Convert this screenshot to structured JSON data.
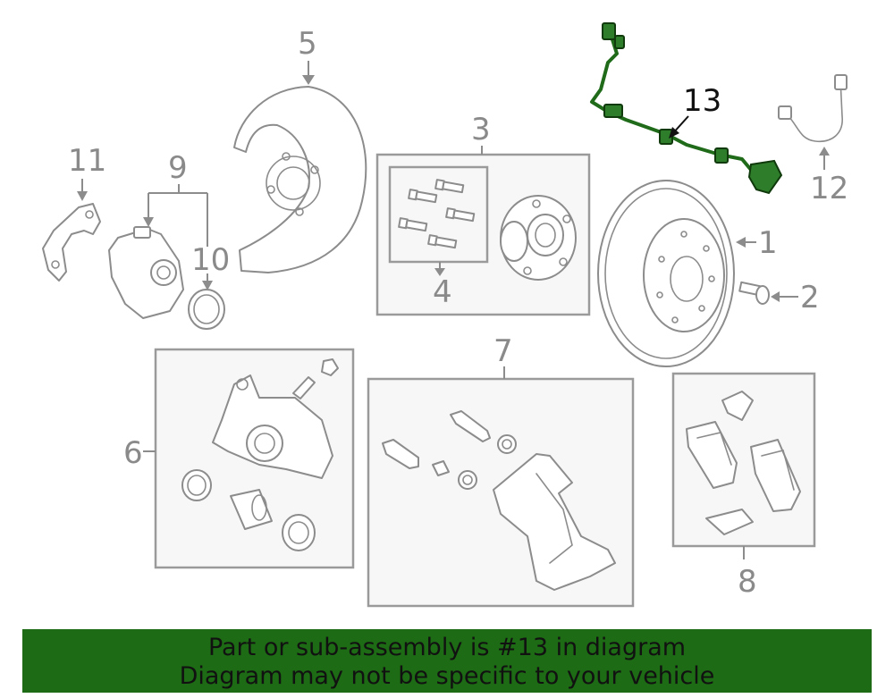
{
  "callouts": {
    "c1": "1",
    "c2": "2",
    "c3": "3",
    "c4": "4",
    "c5": "5",
    "c6": "6",
    "c7": "7",
    "c8": "8",
    "c9": "9",
    "c10": "10",
    "c11": "11",
    "c12": "12",
    "c13": "13"
  },
  "banner": {
    "line1": "Part or sub-assembly is #13 in diagram",
    "line2": "Diagram may not be specific to your vehicle"
  },
  "colors": {
    "highlight": "#2e7d2a",
    "banner_bg": "#1d6b14",
    "line_gray": "#8c8c8c"
  }
}
